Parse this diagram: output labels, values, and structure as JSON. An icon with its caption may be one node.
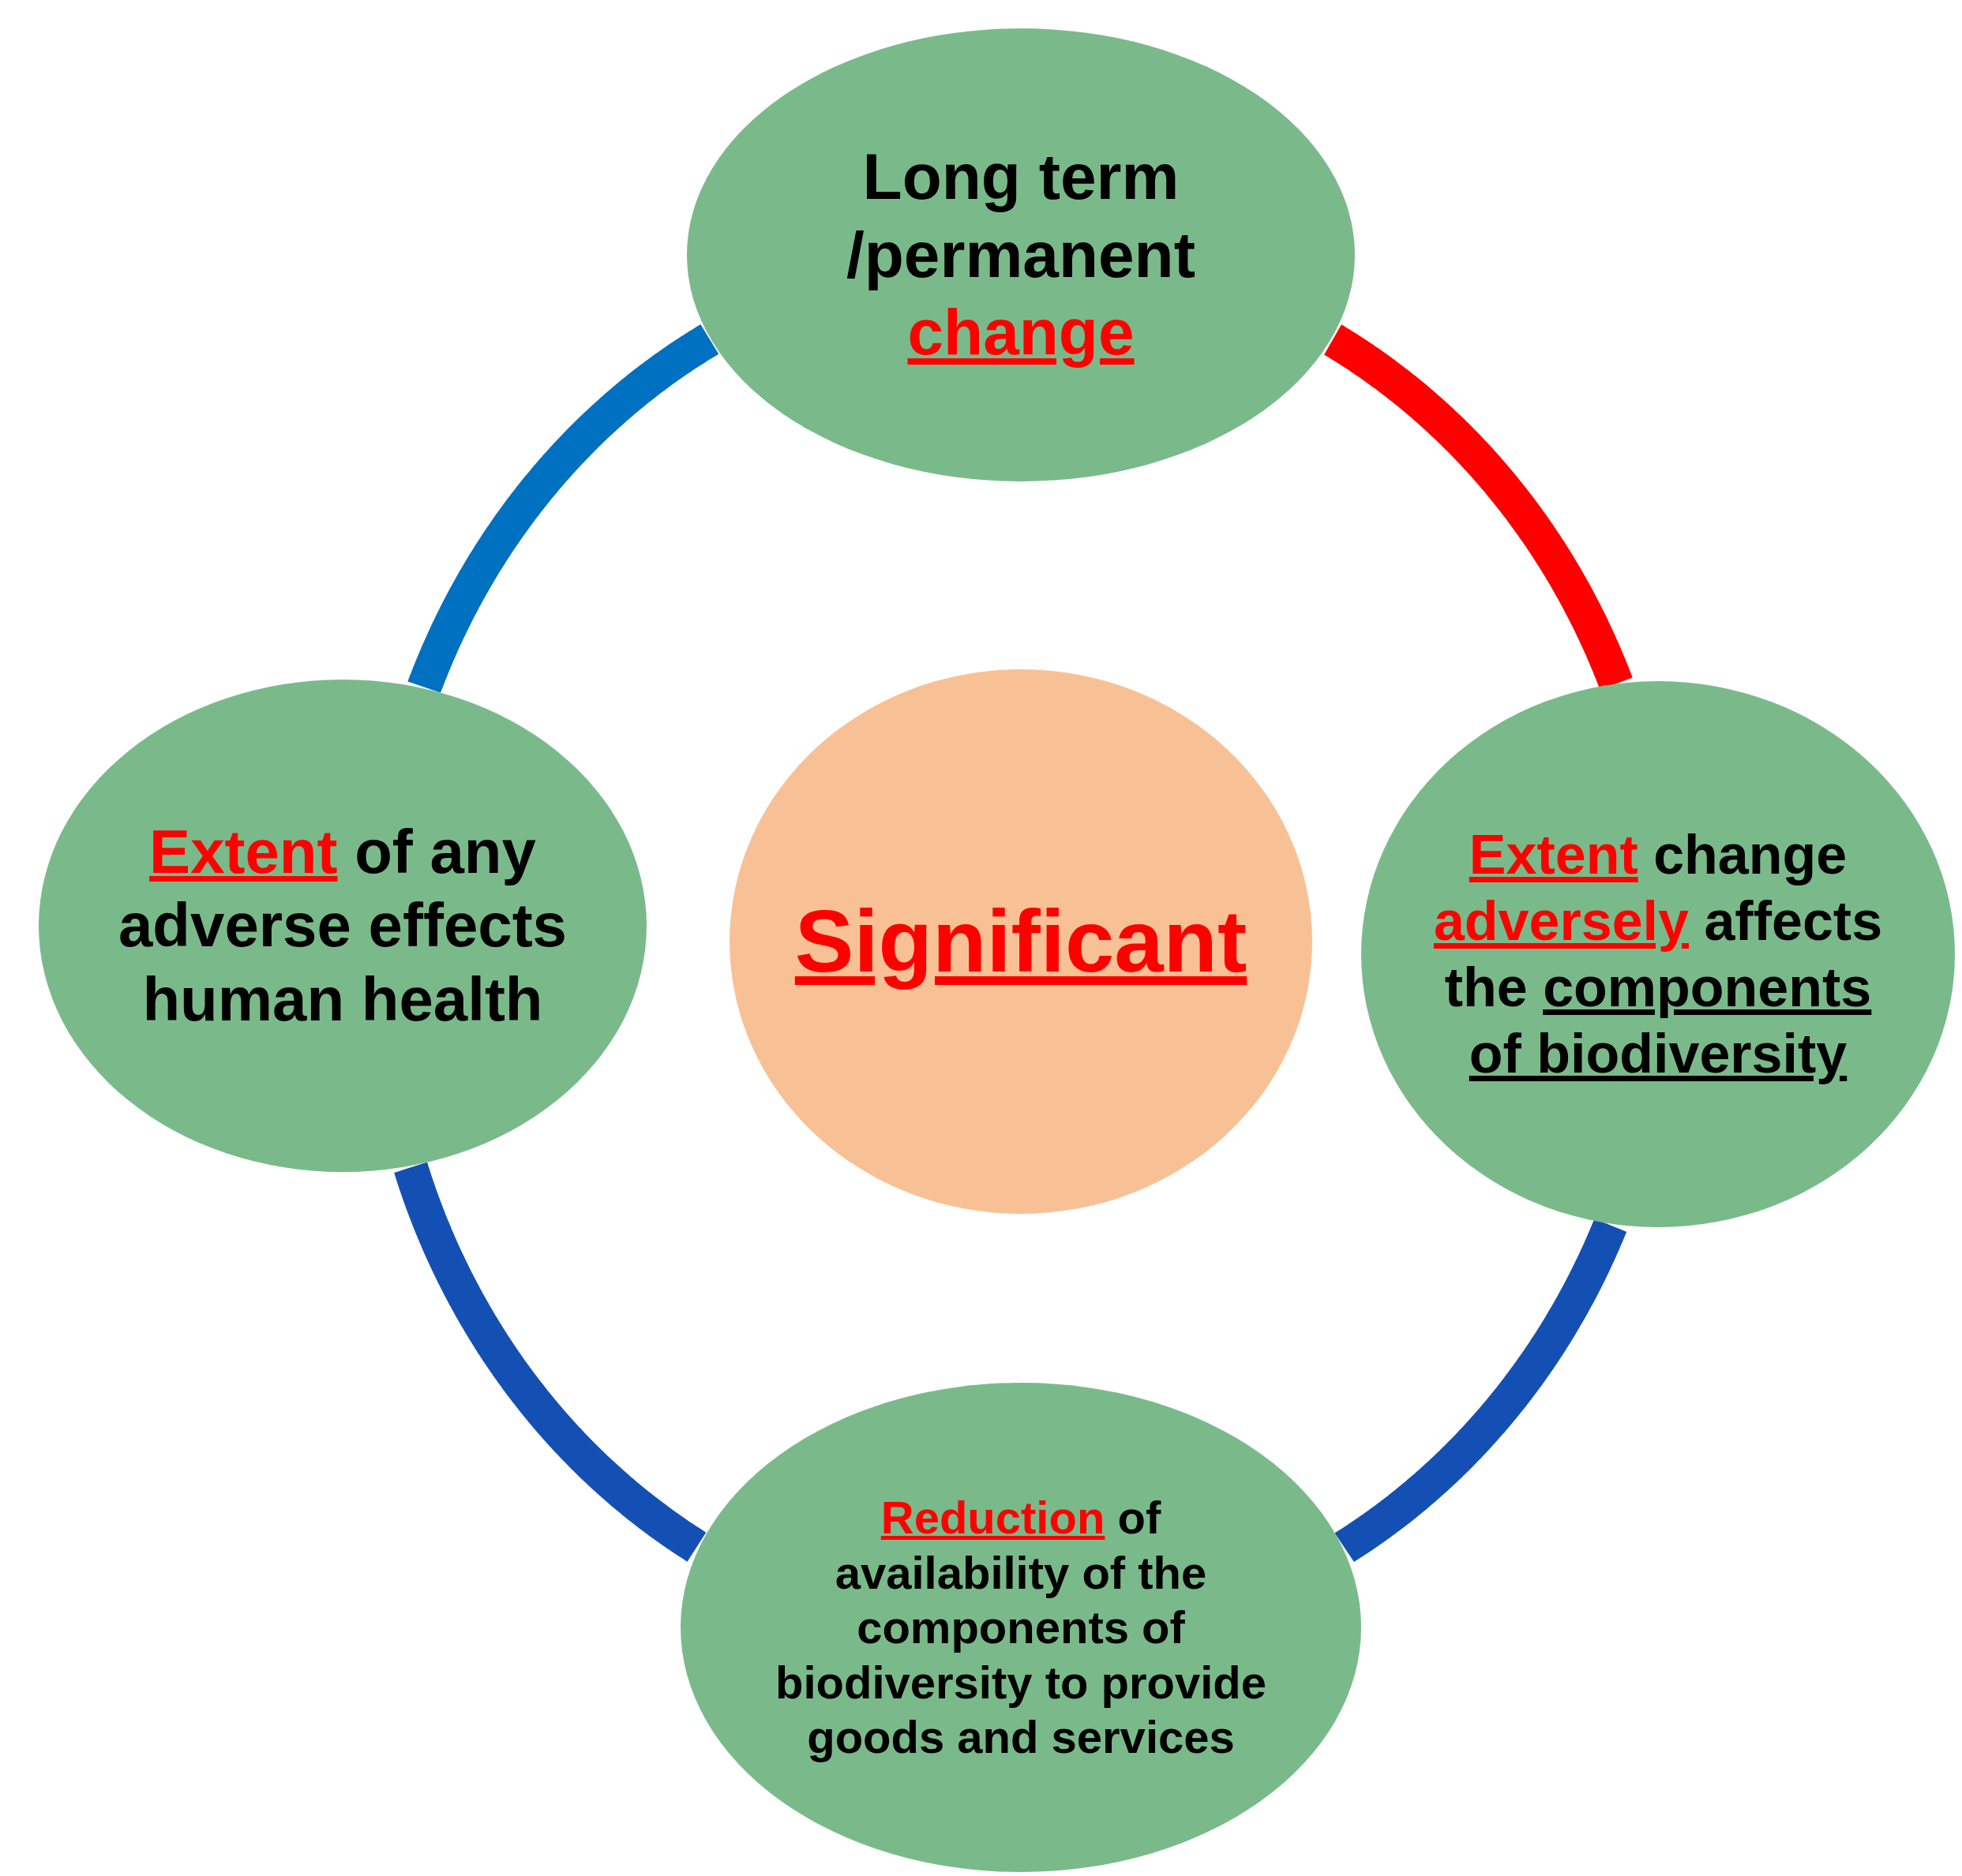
{
  "diagram": {
    "nodes": [
      {
        "text": [
          "Long term /permanent *change*"
        ]
      },
      {
        "text": [
          "*Extent* of any adverse effects human health"
        ]
      },
      {
        "text": [
          "Significant"
        ]
      },
      {
        "text": [
          "*Extent* change *adversely* affects the **components of biodiversity**"
        ]
      },
      {
        "text": [
          "*Reduction* of availability of the components of biodiversity to provide goods and services"
        ]
      }
    ],
    "edges": [
      {
        "from": 0,
        "to": 3,
        "arrow": "none",
        "color": "#ff0000"
      },
      {
        "from": 3,
        "to": 4,
        "arrow": "none",
        "color": "#1450b4"
      },
      {
        "from": 4,
        "to": 1,
        "arrow": "none",
        "color": "#1450b4"
      },
      {
        "from": 1,
        "to": 0,
        "arrow": "none",
        "color": "#0070c0"
      }
    ]
  }
}
